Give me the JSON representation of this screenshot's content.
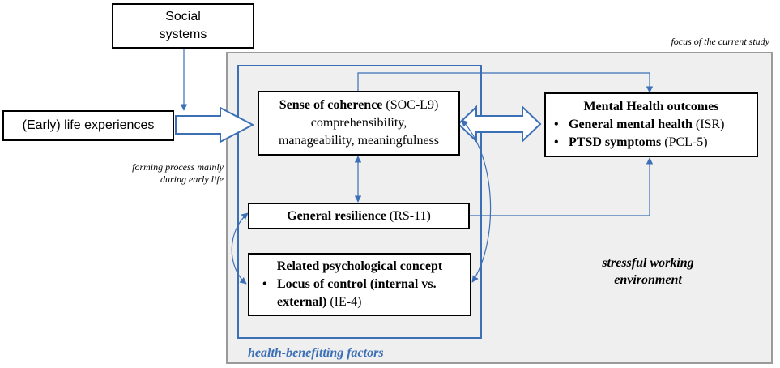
{
  "study_focus_label": "focus of the current study",
  "social_systems": {
    "line1": "Social",
    "line2": "systems"
  },
  "early_life": {
    "label": "(Early) life experiences"
  },
  "forming_note": {
    "line1": "forming process mainly",
    "line2": "during early life"
  },
  "soc": {
    "title": "Sense of coherence",
    "code": "(SOC-L9)",
    "line2": "comprehensibility,",
    "line3": "manageability, meaningfulness"
  },
  "resilience": {
    "title": "General resilience",
    "code": "(RS-11)"
  },
  "related": {
    "title": "Related psychological concept",
    "bullet": "•",
    "item_line1": "Locus of control (internal vs.",
    "item_line2_bold": "external)",
    "item_code": "(IE-4)"
  },
  "outcomes": {
    "title": "Mental Health outcomes",
    "items": [
      {
        "bullet": "•",
        "label": "General mental health",
        "code": "(ISR)"
      },
      {
        "bullet": "•",
        "label": "PTSD symptoms",
        "code": "(PCL-5)"
      }
    ]
  },
  "environment": {
    "line1": "stressful working",
    "line2": "environment"
  },
  "hbf_label": "health-benefitting factors",
  "colors": {
    "arrow_blue": "#3b6fb6",
    "area_grey": "#efefef",
    "area_border": "#9a9a9a"
  }
}
